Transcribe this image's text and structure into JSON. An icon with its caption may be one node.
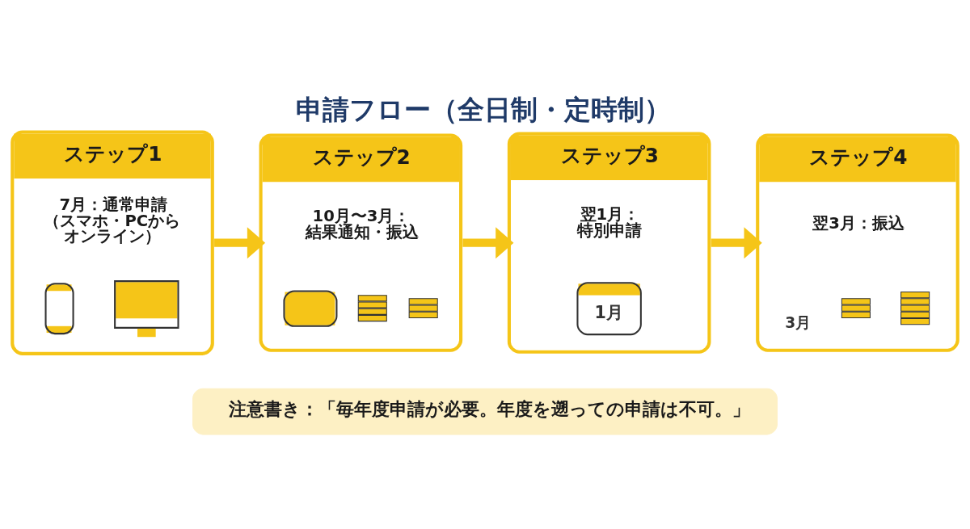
{
  "diagram": {
    "title": "申請フロー（全日制・定時制）",
    "nodes": [
      {
        "text": [
          "ステップ1",
          "7月：通常申請（スマホ・PCからオンライン）"
        ]
      },
      {
        "text": [
          "ステップ2",
          "10月〜3月：結果通知・振込"
        ]
      },
      {
        "text": [
          "ステップ3",
          "翌1月：特別申請",
          "1月"
        ]
      },
      {
        "text": [
          "ステップ4",
          "翌3月：振込",
          "3月"
        ]
      },
      {
        "text": [
          "注意書き：「毎年度申請が必要。年度を遡っての申請は不可。」"
        ]
      }
    ],
    "edges": [
      {
        "from": 0,
        "to": 1,
        "arrow": "to"
      },
      {
        "from": 1,
        "to": 2,
        "arrow": "to"
      },
      {
        "from": 2,
        "to": 3,
        "arrow": "to"
      }
    ]
  }
}
